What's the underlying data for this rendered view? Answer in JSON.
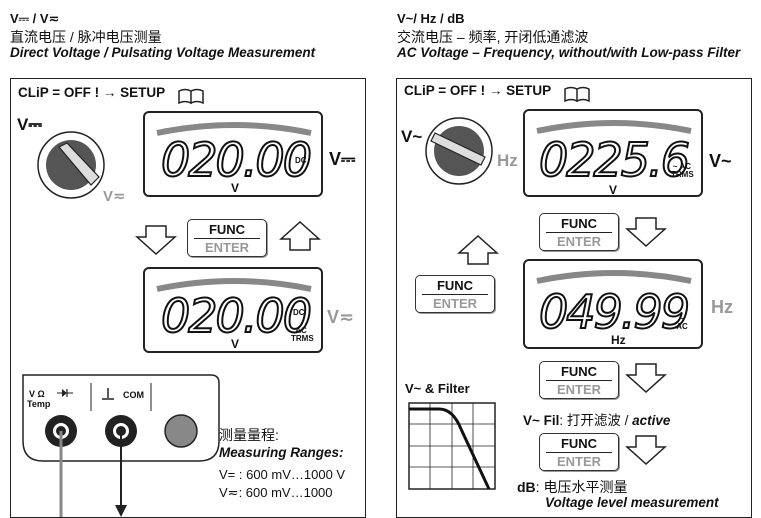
{
  "left": {
    "symbol_line": "V⎓ / V≂",
    "title_cn": "直流电压 / 脉冲电压测量",
    "title_en": "Direct Voltage / Pulsating Voltage Measurement",
    "clip": "CLiP = OFF ! → SETUP",
    "dial_top_label": "V⎓",
    "dial_bottom_label": "V≂",
    "display1": {
      "reading": "020.00",
      "unit": "V",
      "mode": "DC"
    },
    "display1_side": "V⎓",
    "display2": {
      "reading": "020.00",
      "unit": "V",
      "mode_top": "DC",
      "mode_bottom": "AC TRMS"
    },
    "display2_side": "V≂",
    "func_label": "FUNC",
    "enter_label": "ENTER",
    "jack_label_v": "V Ω",
    "jack_label_temp": "Temp",
    "jack_label_com": "COM",
    "ranges_cn": "测量量程:",
    "ranges_en": "Measuring Ranges:",
    "range1": "V= : 600 mV…1000 V",
    "range2": "V≂:   600 mV…1000"
  },
  "right": {
    "symbol_line": "V~/ Hz / dB",
    "title_cn": "交流电压 – 频率, 开闭低通滤波",
    "title_en": "AC Voltage – Frequency, without/with Low-pass Filter",
    "clip": "CLiP = OFF ! → SETUP",
    "dial_left_label": "V~",
    "dial_right_label": "Hz",
    "display1": {
      "reading": "0225.6",
      "unit": "V",
      "mode": "~ AC TRMS"
    },
    "display1_side": "V~",
    "display2": {
      "reading": "049.99",
      "unit": "Hz",
      "mode": "~ AC"
    },
    "display2_side": "Hz",
    "func_label": "FUNC",
    "enter_label": "ENTER",
    "filter_label": "V~ & Filter",
    "filter_caption_a": "V~ Fil",
    "filter_caption_b": ": 打开滤波 / ",
    "filter_caption_c": "active",
    "db_a": "dB",
    "db_b": ": 电压水平测量",
    "db_en": "Voltage level measurement"
  }
}
